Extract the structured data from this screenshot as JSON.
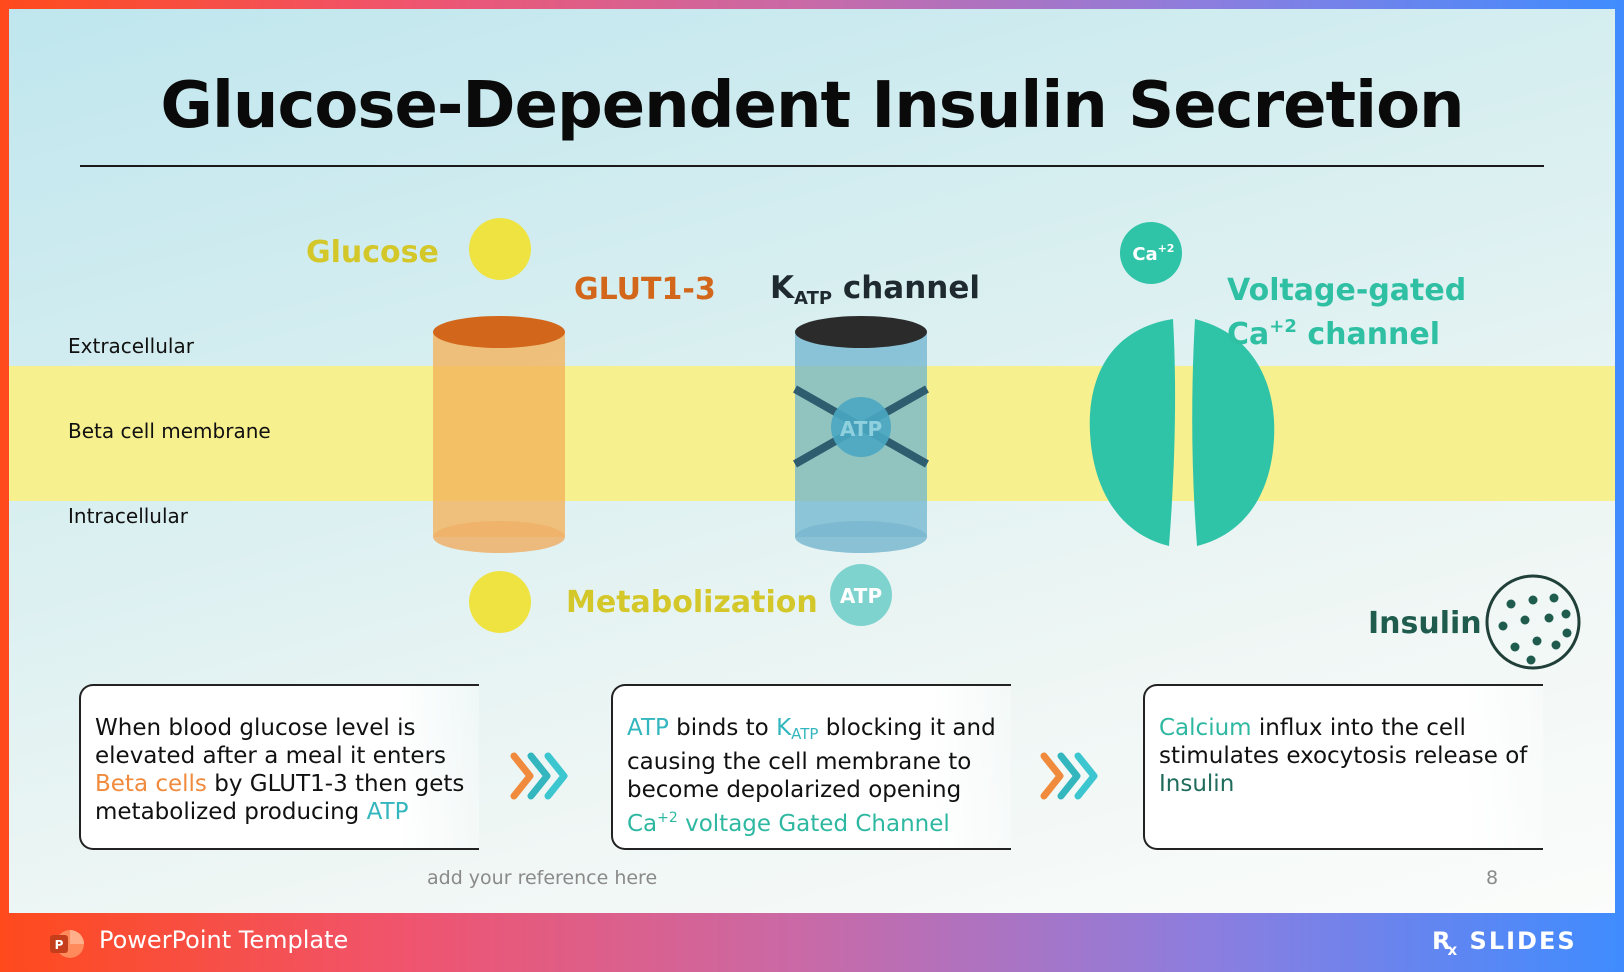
{
  "slide": {
    "title": "Glucose-Dependent Insulin Secretion",
    "regions": {
      "extracellular": "Extracellular",
      "membrane": "Beta cell membrane",
      "intracellular": "Intracellular"
    },
    "labels": {
      "glucose": "Glucose",
      "glut": "GLUT1-3",
      "katp_main": "K",
      "katp_sub": "ATP",
      "katp_rest": " channel",
      "vg_line1": "Voltage-gated",
      "vg_line2_a": "Ca",
      "vg_line2_sup": "+2",
      "vg_line2_b": " channel",
      "metabolization": "Metabolization",
      "insulin": "Insulin",
      "atp_inside": "ATP",
      "atp_below": "ATP",
      "ca_bubble": "Ca",
      "ca_bubble_sup": "+2"
    },
    "boxes": [
      {
        "t1": "When blood glucose level is elevated after a meal it enters ",
        "h1": "Beta cells",
        "t2": " by GLUT1-3 then gets metabolized producing  ",
        "h2": "ATP"
      },
      {
        "h1": "ATP",
        "t1": " binds to ",
        "h2": "K",
        "h2_sub": "ATP",
        "t2": " blocking it and causing the cell membrane to become depolarized opening ",
        "h3": "Ca",
        "h3_sup": "+2",
        "h4": " voltage Gated Channel"
      },
      {
        "h1": "Calcium",
        "t1": " influx into the cell stimulates exocytosis release of ",
        "h2": "Insulin"
      }
    ],
    "reference": "add your reference here",
    "page_number": "8"
  },
  "footer": {
    "template_label": "PowerPoint Template",
    "logo_text": "SLIDES",
    "logo_rx": "R",
    "logo_rx_sub": "x"
  },
  "colors": {
    "glucose": "#eee340",
    "glut_top": "#d2661a",
    "glut_body": "#f3b25a",
    "katp_top": "#2b2b2b",
    "katp_body": "#6fb4cf",
    "ca_channel": "#2fc4a8",
    "atp_bubble": "#7fd3ce",
    "membrane": "#f6f08e",
    "insulin_dots": "#1f5c4e"
  },
  "icons": [
    "chevron-right-icon",
    "powerpoint-icon",
    "insulin-granule-icon"
  ]
}
